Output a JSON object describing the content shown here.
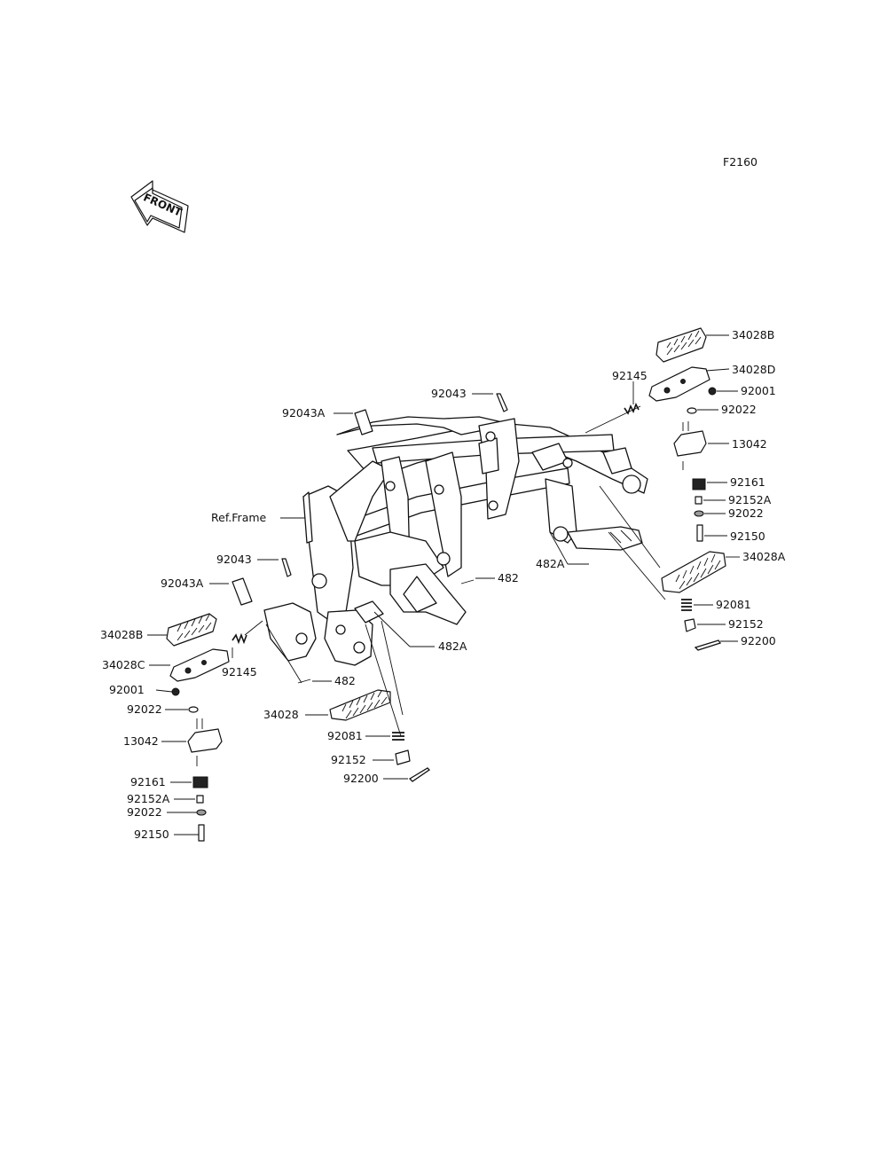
{
  "diagram_code": "F2160",
  "front_badge": "FRONT",
  "labels": {
    "p34028B_r": "34028B",
    "p34028D_r": "34028D",
    "p92145_r": "92145",
    "p92001_r": "92001",
    "p92043_top": "92043",
    "p92022_r1": "92022",
    "p92043A_top": "92043A",
    "p13042_r": "13042",
    "p92161_r": "92161",
    "p92152A_r": "92152A",
    "p92022_r2": "92022",
    "ref_frame": "Ref.Frame",
    "p92150_r": "92150",
    "p482A_r": "482A",
    "p34028A_r": "34028A",
    "p92043_l": "92043",
    "p482_r": "482",
    "p92043A_l": "92043A",
    "p92081_r": "92081",
    "p92152_r": "92152",
    "p34028B_l": "34028B",
    "p92200_r": "92200",
    "p482A_c": "482A",
    "p34028C_l": "34028C",
    "p92145_l": "92145",
    "p482_c": "482",
    "p92001_l": "92001",
    "p92022_l1": "92022",
    "p34028_c": "34028",
    "p92081_c": "92081",
    "p13042_l": "13042",
    "p92152_c": "92152",
    "p92200_c": "92200",
    "p92161_l": "92161",
    "p92152A_l": "92152A",
    "p92022_l2": "92022",
    "p92150_l": "92150"
  }
}
